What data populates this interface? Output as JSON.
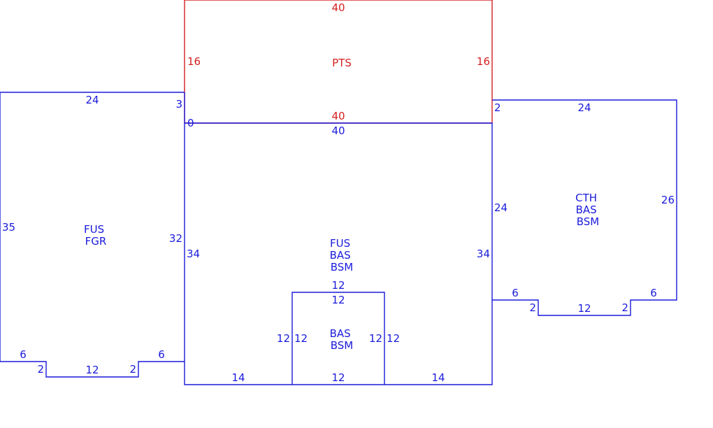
{
  "colors": {
    "main": "#1a1adc",
    "patio": "#d42020"
  },
  "areas": {
    "patio": {
      "lines": [
        "PTS"
      ]
    },
    "garage": {
      "lines": [
        "FUS",
        "FGR"
      ]
    },
    "main": {
      "lines": [
        "FUS",
        "BAS",
        "BSM"
      ]
    },
    "bump": {
      "lines": [
        "BAS",
        "BSM"
      ]
    },
    "right": {
      "lines": [
        "CTH",
        "BAS",
        "BSM"
      ]
    }
  },
  "dims": {
    "patio_top": "40",
    "patio_left": "16",
    "patio_right": "16",
    "patio_bottom": "40",
    "garage_top": "24",
    "garage_top_gap": "3",
    "garage_left": "35",
    "garage_right": "32",
    "garage_bl_step": "6",
    "garage_bl_drop": "2",
    "garage_bottom": "12",
    "garage_br_drop": "2",
    "garage_br_step": "6",
    "main_zero": "0",
    "main_top": "40",
    "main_left": "34",
    "main_right": "34",
    "main_bottom_left": "14",
    "main_bottom_right": "14",
    "bump_outer_top": "12",
    "bump_inner_top": "12",
    "bump_outer_left": "12",
    "bump_inner_left": "12",
    "bump_inner_right": "12",
    "bump_outer_right": "12",
    "bump_bottom": "12",
    "right_gap": "2",
    "right_top": "24",
    "right_left": "24",
    "right_right": "26",
    "right_bl_step": "6",
    "right_bl_drop": "2",
    "right_bottom": "12",
    "right_br_drop": "2",
    "right_br_step": "6"
  }
}
